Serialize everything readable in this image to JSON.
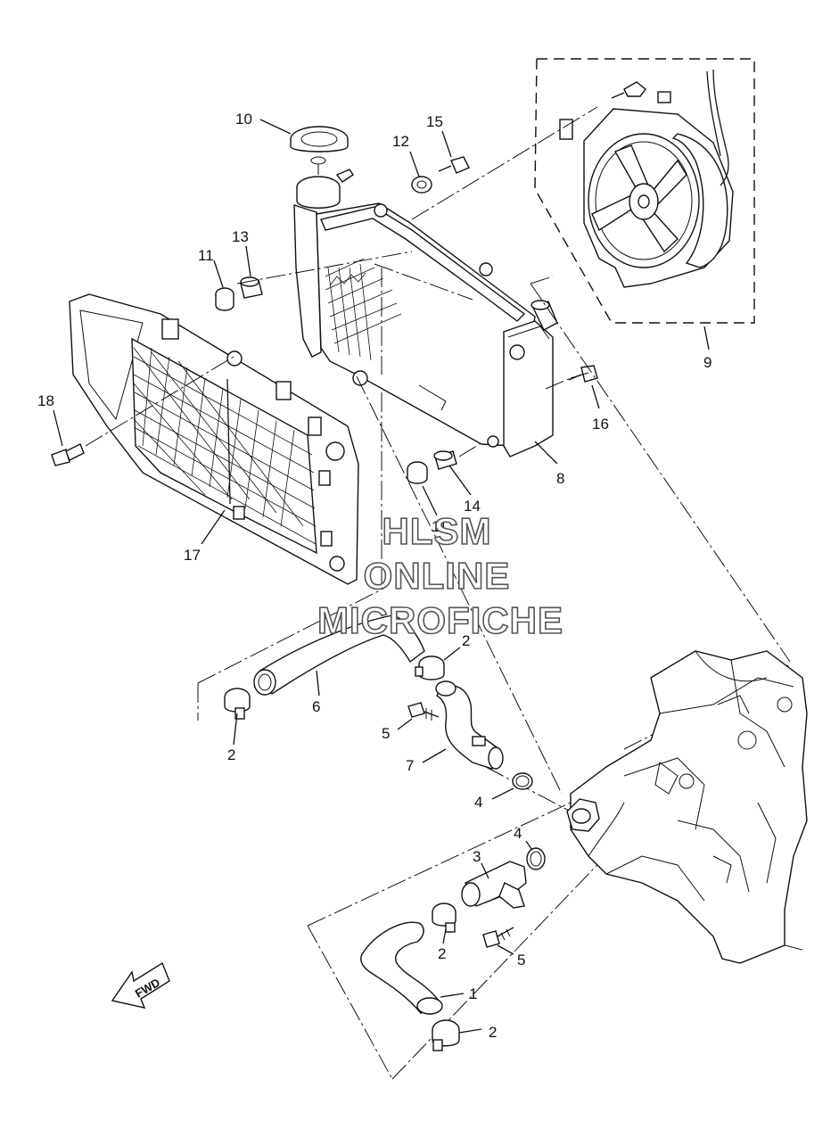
{
  "watermark": {
    "line1": "HLSM",
    "line2": "ONLINE",
    "line3": "MICROFICHE"
  },
  "fwd_label": "FWD",
  "labels": {
    "p1": "1",
    "p2a": "2",
    "p2b": "2",
    "p2c": "2",
    "p2d": "2",
    "p3": "3",
    "p4a": "4",
    "p4b": "4",
    "p5a": "5",
    "p5b": "5",
    "p6": "6",
    "p7": "7",
    "p8": "8",
    "p9": "9",
    "p10": "10",
    "p11a": "11",
    "p11b": "11",
    "p12": "12",
    "p13": "13",
    "p14": "14",
    "p15": "15",
    "p16": "16",
    "p17": "17",
    "p18": "18"
  }
}
